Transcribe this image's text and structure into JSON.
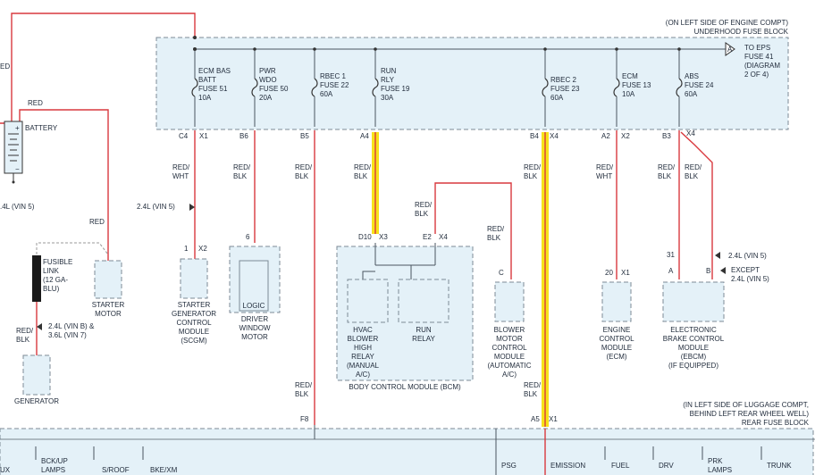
{
  "header_notes": {
    "underhood_location": "(ON LEFT SIDE OF ENGINE COMPT)",
    "underhood_name": "UNDERHOOD FUSE BLOCK",
    "rear_location_1": "(IN LEFT SIDE OF LUGGAGE COMPT,",
    "rear_location_2": "BEHIND LEFT REAR WHEEL WELL)",
    "rear_name": "REAR FUSE BLOCK"
  },
  "connector_A": {
    "letter": "A",
    "text_1": "TO EPS",
    "text_2": "FUSE 41",
    "text_3": "(DIAGRAM",
    "text_4": "2 OF 4)"
  },
  "fuses": [
    {
      "l1": "ECM BAS",
      "l2": "BATT",
      "l3": "FUSE 51",
      "l4": "10A",
      "pin": "C4",
      "conn": "X1"
    },
    {
      "l1": "PWR",
      "l2": "WDO",
      "l3": "FUSE 50",
      "l4": "20A",
      "pin": "B6",
      "conn": ""
    },
    {
      "l1": "RBEC 1",
      "l2": "FUSE 22",
      "l3": "60A",
      "l4": "",
      "pin": "B5",
      "conn": ""
    },
    {
      "l1": "RUN",
      "l2": "RLY",
      "l3": "FUSE 19",
      "l4": "30A",
      "pin": "A4",
      "conn": ""
    },
    {
      "l1": "RBEC 2",
      "l2": "FUSE 23",
      "l3": "60A",
      "l4": "",
      "pin": "B4",
      "conn": "X4"
    },
    {
      "l1": "ECM",
      "l2": "FUSE 13",
      "l3": "10A",
      "l4": "",
      "pin": "A2",
      "conn": "X2"
    },
    {
      "l1": "ABS",
      "l2": "FUSE 24",
      "l3": "60A",
      "l4": "",
      "pin": "B3",
      "conn": "X4"
    }
  ],
  "wire_labels": {
    "red": "RED",
    "red_wht_1": "RED/",
    "red_wht_2": "WHT",
    "red_blk_1": "RED/",
    "red_blk_2": "BLK",
    "ed_fragment": "ED"
  },
  "battery": {
    "label": "BATTERY",
    "plus": "+",
    "minus": "−"
  },
  "vin_notes": {
    "left_edge": ".4L (VIN 5)",
    "scgm": "2.4L (VIN 5)",
    "gen_1": "2.4L (VIN B) &",
    "gen_2": "3.6L (VIN 7)",
    "ebcm_31": "2.4L (VIN 5)",
    "except": "EXCEPT",
    "ebcm_b": "2.4L (VIN 5)"
  },
  "fusible_link": {
    "l1": "FUSIBLE",
    "l2": "LINK",
    "l3": "(12 GA-",
    "l4": "BLU)"
  },
  "components": {
    "starter_motor": {
      "l1": "STARTER",
      "l2": "MOTOR"
    },
    "generator": {
      "l1": "GENERATOR"
    },
    "scgm": {
      "pin": "1",
      "conn": "X2",
      "l1": "STARTER",
      "l2": "GENERATOR",
      "l3": "CONTROL",
      "l4": "MODULE",
      "l5": "(SCGM)"
    },
    "driver_window": {
      "pin": "6",
      "logic": "LOGIC",
      "l1": "DRIVER",
      "l2": "WINDOW",
      "l3": "MOTOR"
    },
    "bcm": {
      "pin_d10": "D10",
      "conn_x3": "X3",
      "pin_e2": "E2",
      "conn_x4": "X4",
      "hvac_1": "HVAC",
      "hvac_2": "BLOWER",
      "hvac_3": "HIGH",
      "hvac_4": "RELAY",
      "hvac_5": "(MANUAL",
      "hvac_6": "A/C)",
      "run_1": "RUN",
      "run_2": "RELAY",
      "name": "BODY CONTROL MODULE (BCM)"
    },
    "blower": {
      "pin": "C",
      "l1": "BLOWER",
      "l2": "MOTOR",
      "l3": "CONTROL",
      "l4": "MODULE",
      "l5": "(AUTOMATIC",
      "l6": "A/C)"
    },
    "ecm": {
      "pin": "20",
      "conn": "X1",
      "l1": "ENGINE",
      "l2": "CONTROL",
      "l3": "MODULE",
      "l4": "(ECM)"
    },
    "ebcm": {
      "pin_a": "A",
      "pin_b": "B",
      "pin_31": "31",
      "l1": "ELECTRONIC",
      "l2": "BRAKE CONTROL",
      "l3": "MODULE",
      "l4": "(EBCM)",
      "l5": "(IF EQUIPPED)"
    }
  },
  "rear_block": {
    "pin_f8": "F8",
    "pin_a5": "A5",
    "conn_x1": "X1",
    "items": [
      "UX",
      "BCK/UP",
      "LAMPS",
      "S/ROOF",
      "BKE/XM",
      "PSG",
      "EMISSION",
      "FUEL",
      "DRV",
      "PRK",
      "LAMPS",
      "TRUNK"
    ]
  }
}
